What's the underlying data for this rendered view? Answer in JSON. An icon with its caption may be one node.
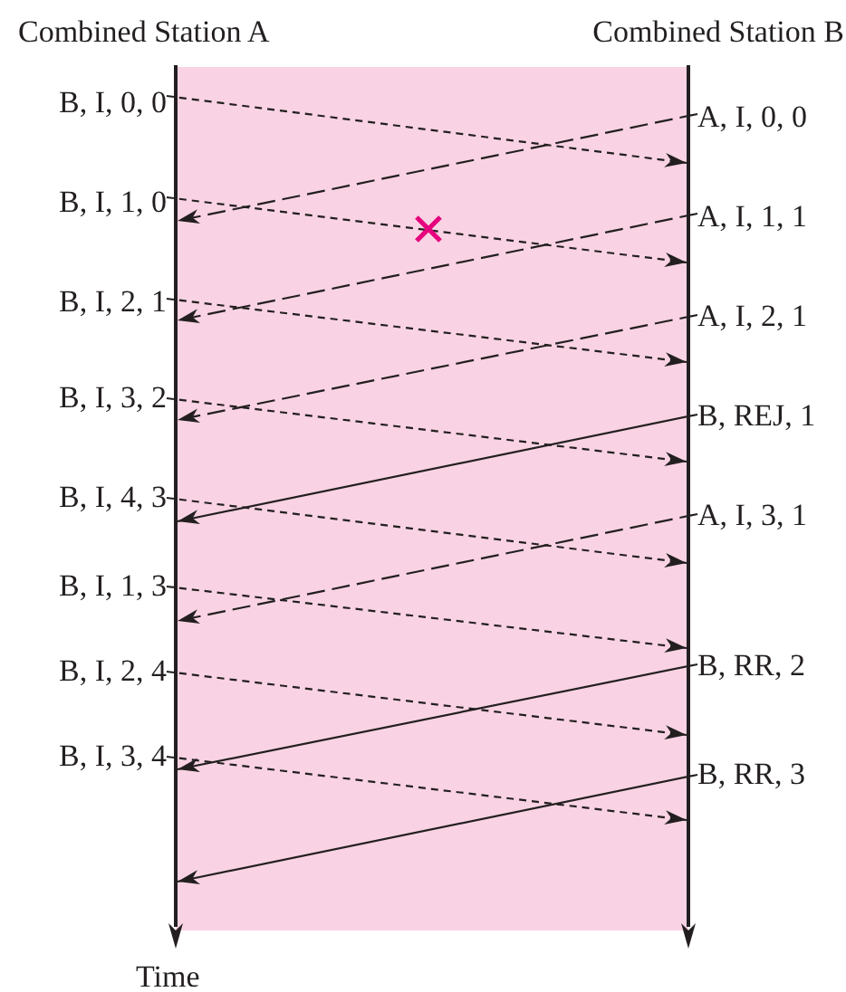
{
  "diagram": {
    "nodes": [
      {
        "text": [],
        "shape": "bar"
      },
      {
        "text": [],
        "shape": "bar"
      },
      {
        "text": [
          "B, I, 0, 0"
        ]
      },
      {
        "text": [
          "B, I, 1, 0"
        ]
      },
      {
        "text": [
          "B, I, 2, 1"
        ]
      },
      {
        "text": [
          "B, I, 3, 2"
        ]
      },
      {
        "text": [
          "B, I, 4, 3"
        ]
      },
      {
        "text": [
          "B, I, 1, 3"
        ]
      },
      {
        "text": [
          "B, I, 2, 4"
        ]
      },
      {
        "text": [
          "B, I, 3, 4"
        ]
      },
      {
        "text": [
          "A, I, 0, 0"
        ]
      },
      {
        "text": [
          "A, I, 1, 1"
        ]
      },
      {
        "text": [
          "A, I, 2, 1"
        ]
      },
      {
        "text": [
          "B, REJ, 1"
        ]
      },
      {
        "text": [
          "A, I, 3, 1"
        ]
      },
      {
        "text": [
          "B, RR, 2"
        ]
      },
      {
        "text": [
          "B, RR, 3"
        ]
      }
    ],
    "edges": [
      {
        "from": 2,
        "to": 1,
        "arrow": "to",
        "style": "dashed"
      },
      {
        "from": 3,
        "to": 1,
        "arrow": "to",
        "style": "dashed"
      },
      {
        "from": 4,
        "to": 1,
        "arrow": "to",
        "style": "dashed"
      },
      {
        "from": 5,
        "to": 1,
        "arrow": "to",
        "style": "dashed"
      },
      {
        "from": 6,
        "to": 1,
        "arrow": "to",
        "style": "dashed"
      },
      {
        "from": 7,
        "to": 1,
        "arrow": "to",
        "style": "dashed"
      },
      {
        "from": 8,
        "to": 1,
        "arrow": "to",
        "style": "dashed"
      },
      {
        "from": 9,
        "to": 1,
        "arrow": "to",
        "style": "dashed"
      },
      {
        "from": 10,
        "to": 0,
        "arrow": "to",
        "style": "dashed"
      },
      {
        "from": 11,
        "to": 0,
        "arrow": "to",
        "style": "dashed"
      },
      {
        "from": 12,
        "to": 0,
        "arrow": "to",
        "style": "dashed"
      },
      {
        "from": 13,
        "to": 0,
        "arrow": "to"
      },
      {
        "from": 14,
        "to": 0,
        "arrow": "to",
        "style": "dashed"
      },
      {
        "from": 15,
        "to": 0,
        "arrow": "to"
      },
      {
        "from": 16,
        "to": 0,
        "arrow": "to"
      }
    ],
    "labels": [
      "Combined Station A",
      "Combined Station B",
      "Time"
    ]
  }
}
